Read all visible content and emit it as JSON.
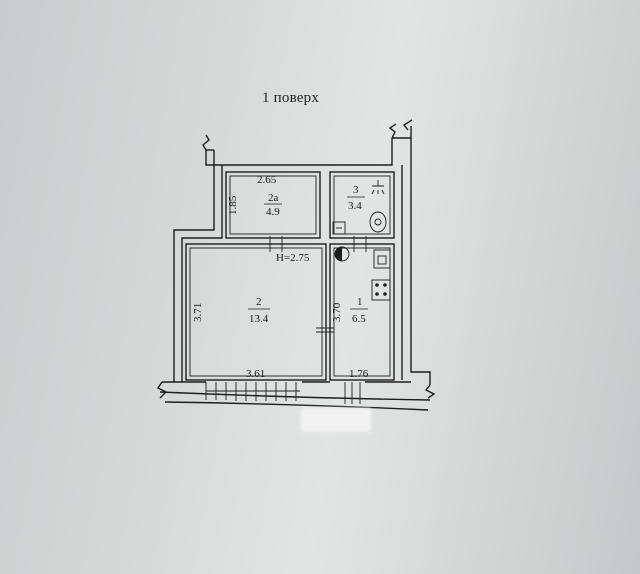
{
  "title": "1 поверх",
  "rooms": {
    "room_2a": {
      "number": "2а",
      "area": "4.9",
      "width": "2.65",
      "depth": "1.85"
    },
    "room_3": {
      "number": "3",
      "area": "3.4"
    },
    "room_2": {
      "number": "2",
      "area": "13.4",
      "depth": "3.71",
      "width": "3.61"
    },
    "room_1": {
      "number": "1",
      "area": "6.5",
      "depth": "3.70",
      "width": "1.76"
    }
  },
  "ceiling_height": "Н=2.75"
}
